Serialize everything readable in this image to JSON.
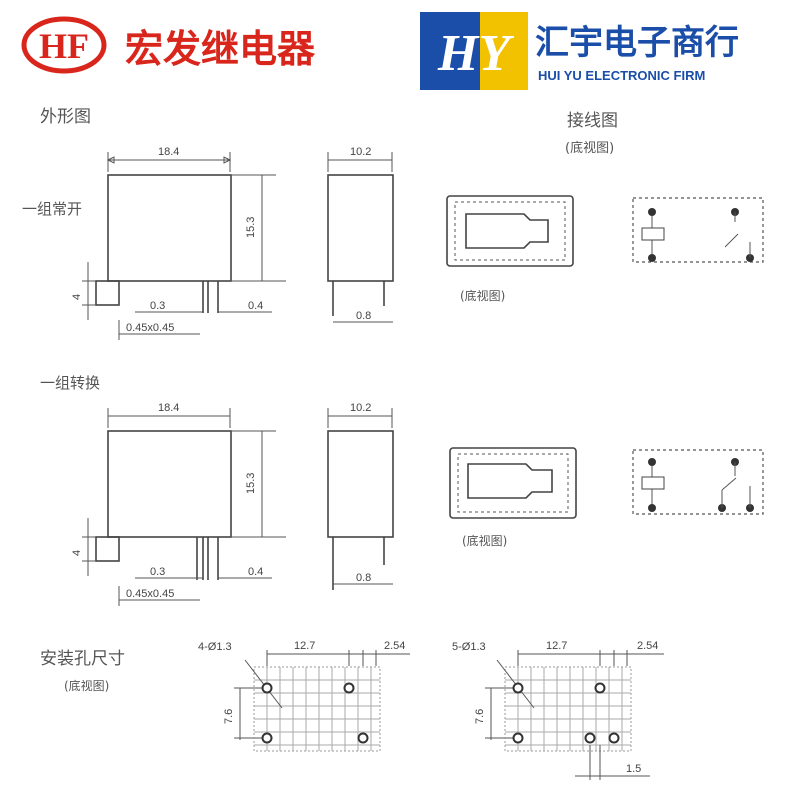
{
  "header": {
    "left_logo_text": "HF",
    "left_brand": "宏发继电器",
    "right_logo_text": "HY",
    "right_brand_cn": "汇宇电子商行",
    "right_brand_en": "HUI YU ELECTRONIC FIRM",
    "colors": {
      "red": "#d9261c",
      "blue": "#1a4ea8",
      "yellow": "#f2c200"
    }
  },
  "sections": {
    "outline": "外形图",
    "wiring": "接线图",
    "bottom_view": "(底视图)",
    "mounting": "安装孔尺寸"
  },
  "variants": {
    "no": "一组常开",
    "co": "一组转换"
  },
  "dims": {
    "width": "18.4",
    "depth": "10.2",
    "height": "15.3",
    "pin_len": "4",
    "d03": "0.3",
    "d04": "0.4",
    "pin_sec": "0.45x0.45",
    "d08": "0.8",
    "pitch_x": "12.7",
    "pitch_y": "7.6",
    "grid": "2.54",
    "holes4": "4-Ø1.3",
    "holes5": "5-Ø1.3",
    "offset": "1.5"
  }
}
